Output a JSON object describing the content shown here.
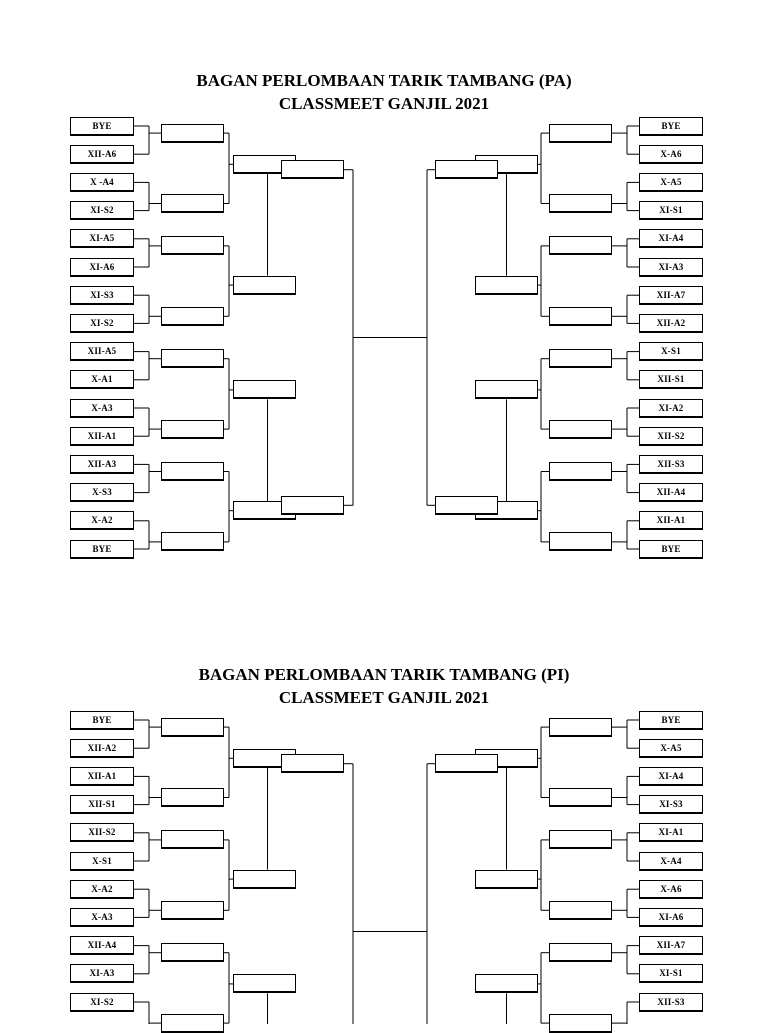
{
  "brackets": [
    {
      "title_line1": "BAGAN PERLOMBAAN TARIK TAMBANG (PA)",
      "title_line2": "CLASSMEET GANJIL 2021",
      "left_teams": [
        "BYE",
        "XII-A6",
        "X -A4",
        "XI-S2",
        "XI-A5",
        "XI-A6",
        "XI-S3",
        "XI-S2",
        "XII-A5",
        "X-A1",
        "X-A3",
        "XII-A1",
        "XII-A3",
        "X-S3",
        "X-A2",
        "BYE"
      ],
      "right_teams": [
        "BYE",
        "X-A6",
        "X-A5",
        "XI-S1",
        "XI-A4",
        "XI-A3",
        "XII-A7",
        "XII-A2",
        "X-S1",
        "XII-S1",
        "XI-A2",
        "XII-S2",
        "XII-S3",
        "XII-A4",
        "XII-A1",
        "BYE"
      ]
    },
    {
      "title_line1": "BAGAN PERLOMBAAN TARIK TAMBANG (PI)",
      "title_line2": "CLASSMEET GANJIL 2021",
      "left_teams": [
        "BYE",
        "XII-A2",
        "XII-A1",
        "XII-S1",
        "XII-S2",
        "X-S1",
        "X-A2",
        "X-A3",
        "XII-A4",
        "XI-A3",
        "XI-S2"
      ],
      "right_teams": [
        "BYE",
        "X-A5",
        "XI-A4",
        "XI-S3",
        "XI-A1",
        "X-A4",
        "X-A6",
        "XI-A6",
        "XII-A7",
        "XI-S1",
        "XII-S3"
      ]
    }
  ]
}
